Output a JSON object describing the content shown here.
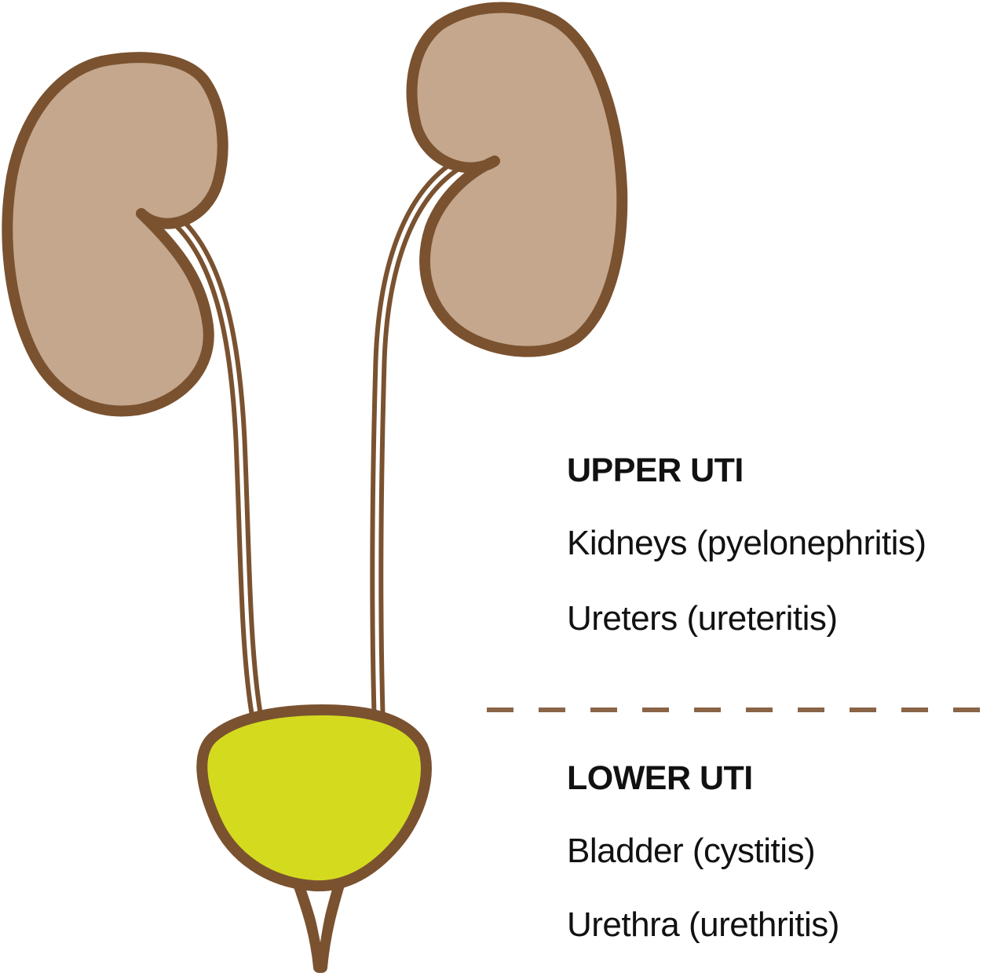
{
  "colors": {
    "outline": "#7a5230",
    "kidney_fill": "#c4a78d",
    "bladder_fill": "#d4db1f",
    "divider": "#8a6446",
    "text": "#111111"
  },
  "upper": {
    "heading": "UPPER UTI",
    "items": [
      "Kidneys (pyelonephritis)",
      "Ureters (ureteritis)"
    ]
  },
  "lower": {
    "heading": "LOWER UTI",
    "items": [
      "Bladder (cystitis)",
      "Urethra (urethritis)"
    ]
  }
}
